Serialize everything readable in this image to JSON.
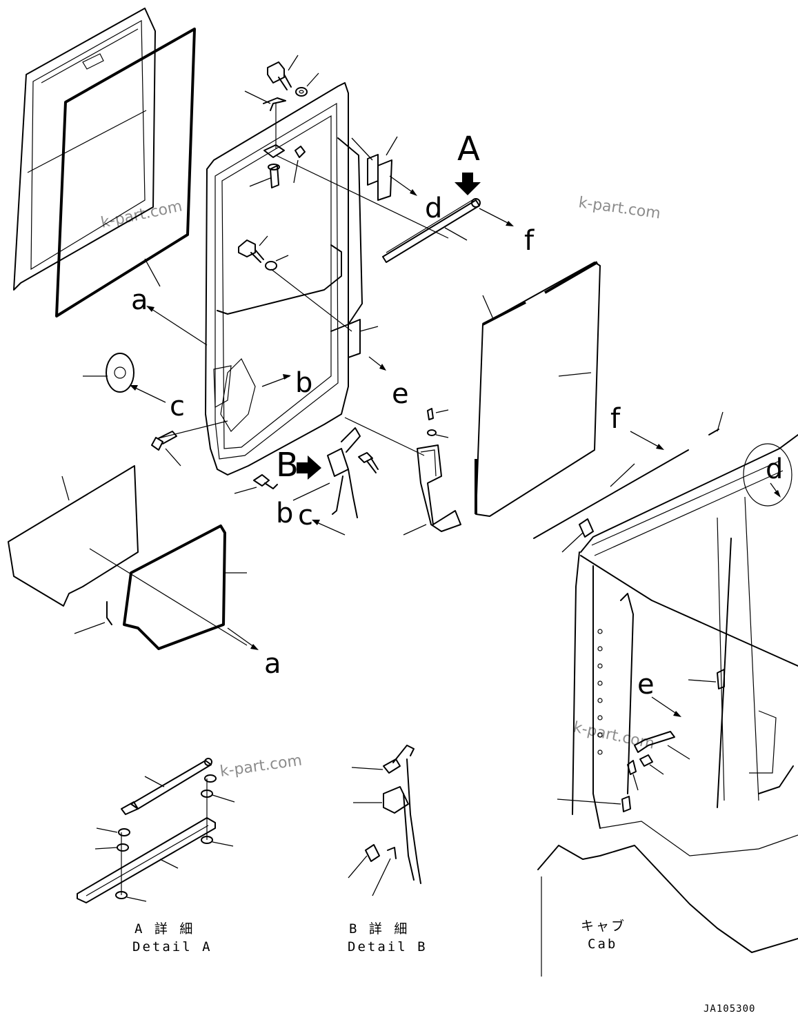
{
  "callouts": {
    "a": "a",
    "b": "b",
    "c": "c",
    "d": "d",
    "e": "e",
    "f": "f",
    "A": "A",
    "B": "B"
  },
  "details": {
    "a_jp": "A 詳 細",
    "a_en": "Detail A",
    "b_jp": "B 詳 細",
    "b_en": "Detail B",
    "cab_jp": "キャブ",
    "cab_en": "Cab"
  },
  "drawing_code": "JA105300",
  "watermark": "k-part.com"
}
